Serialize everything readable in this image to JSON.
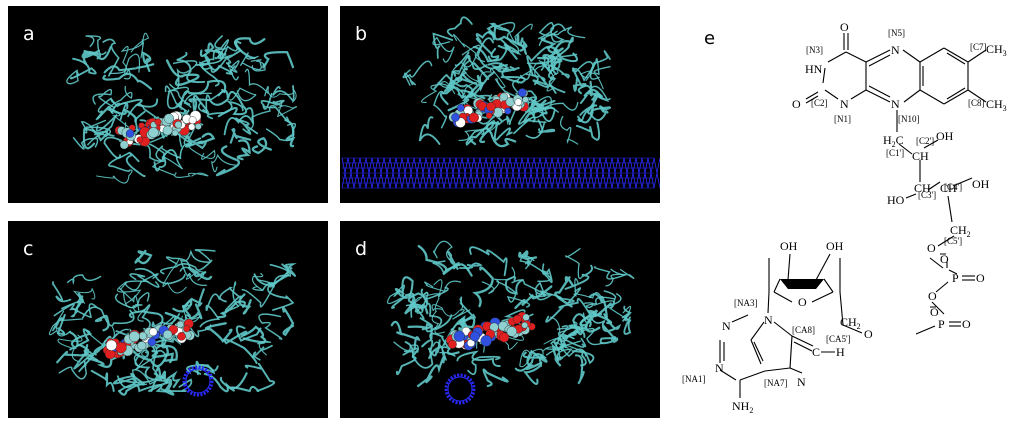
{
  "panels": {
    "a": {
      "label": "a"
    },
    "b": {
      "label": "b"
    },
    "c": {
      "label": "c"
    },
    "d": {
      "label": "d"
    },
    "e": {
      "label": "e"
    }
  },
  "colors": {
    "panel_bg": "#000000",
    "protein_ribbon": "#5fc8c8",
    "nanotube": "#2a2aff",
    "oxygen": "#e02020",
    "nitrogen": "#3050e0",
    "carbon": "#8fd0d0",
    "hydrogen": "#ffffff"
  },
  "structure": {
    "atoms": {
      "o_top": "O",
      "o_left": "O",
      "n5": "N",
      "nh": "HN",
      "n1": "N",
      "n10": "N",
      "ch3_top": "CH",
      "ch3_bottom": "CH",
      "h2c1": "H",
      "ch2p": "CH",
      "oh2p": "OH",
      "ho3p": "HO",
      "ch3p": "CH",
      "ch4p": "CH",
      "oh4p": "OH",
      "ch2_5p": "CH",
      "o5p": "O",
      "o_minus_1": "O",
      "p1": "P",
      "o_p1": "O",
      "o_bridge": "O",
      "o_minus_2": "O",
      "p2": "P",
      "o_p2": "O",
      "o_ca5": "O",
      "ch2_ca5": "CH",
      "oh_sugar_l": "OH",
      "oh_sugar_r": "OH",
      "o_ring": "O",
      "n9": "N",
      "n_a1": "N",
      "n_a3": "N",
      "n_a7": "N",
      "c8h": "C",
      "h8": "H",
      "nh2": "NH"
    },
    "subscripts": {
      "two": "2",
      "three": "3"
    },
    "tags": {
      "n3": "[N3]",
      "n5": "[N5]",
      "c7": "[C7]",
      "c2": "[C2]",
      "c8": "[C8]",
      "n1": "[N1]",
      "n10": "[N10]",
      "c1p": "[C1']",
      "c2p": "[C2']",
      "c3p": "[C3']",
      "c4p": "[C4']",
      "c5p": "[C5']",
      "na3": "[NA3]",
      "ca8": "[CA8]",
      "ca5p": "[CA5']",
      "na1": "[NA1]",
      "na7": "[NA7]"
    }
  }
}
